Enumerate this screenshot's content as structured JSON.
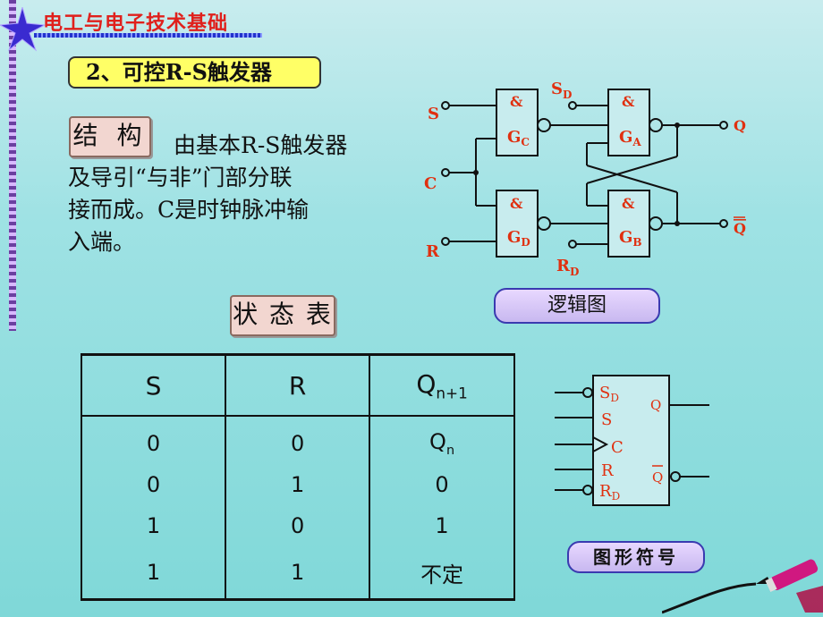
{
  "header": {
    "title": "电工与电子技术基础"
  },
  "section": {
    "title": "2、可控R-S触发器"
  },
  "structure": {
    "tag": "结 构",
    "description_line1": "由基本R-S触发器",
    "description_line2": "及导引“与非”门部分联",
    "description_line3": "接而成。C是时钟脉冲输",
    "description_line4": "入端。"
  },
  "logic_diagram": {
    "inputs": {
      "s": "S",
      "c": "C",
      "r": "R",
      "sd": "S",
      "sd_sub": "D",
      "rd": "R",
      "rd_sub": "D"
    },
    "gates": [
      {
        "symbol": "&",
        "name": "G",
        "sub": "C"
      },
      {
        "symbol": "&",
        "name": "G",
        "sub": "A"
      },
      {
        "symbol": "&",
        "name": "G",
        "sub": "D"
      },
      {
        "symbol": "&",
        "name": "G",
        "sub": "B"
      }
    ],
    "outputs": {
      "q": "Q",
      "qbar": "Q"
    },
    "caption": "逻辑图"
  },
  "state_table": {
    "tag": "状 态 表",
    "headers": {
      "s": "S",
      "r": "R",
      "q_main": "Q",
      "q_sub": "n+1"
    },
    "rows": [
      {
        "s": "0",
        "r": "0",
        "q": "Q",
        "q_sub": "n"
      },
      {
        "s": "0",
        "r": "1",
        "q": "0",
        "q_sub": ""
      },
      {
        "s": "1",
        "r": "0",
        "q": "1",
        "q_sub": ""
      },
      {
        "s": "1",
        "r": "1",
        "q": "不定",
        "q_sub": ""
      }
    ]
  },
  "symbol": {
    "sd": "S",
    "sd_sub": "D",
    "s": "S",
    "c": "C",
    "r": "R",
    "rd": "R",
    "rd_sub": "D",
    "q": "Q",
    "qbar": "Q",
    "caption": "图形符号"
  },
  "colors": {
    "title_red": "#e0201c",
    "label_red": "#e03010",
    "tag_yellow": "#ffff66"
  }
}
